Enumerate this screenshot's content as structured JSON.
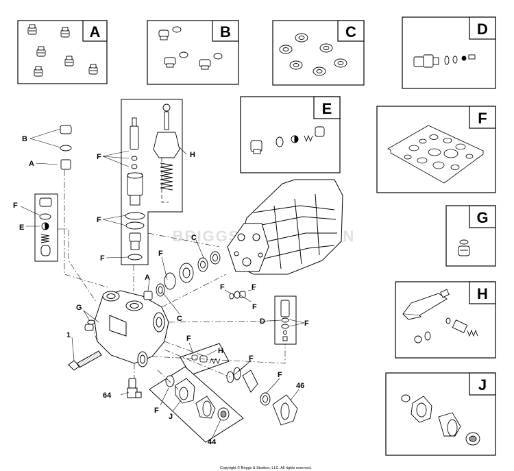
{
  "kits": [
    {
      "letter": "A"
    },
    {
      "letter": "B"
    },
    {
      "letter": "C"
    },
    {
      "letter": "D"
    },
    {
      "letter": "E"
    },
    {
      "letter": "F"
    },
    {
      "letter": "G"
    },
    {
      "letter": "H"
    },
    {
      "letter": "J"
    }
  ],
  "callouts": {
    "b": "B",
    "a": "A",
    "f": "F",
    "e": "E",
    "h": "H",
    "c": "C",
    "g": "G",
    "d": "D",
    "j": "J",
    "n1": "1",
    "n64": "64",
    "n44": "44",
    "n46": "46"
  },
  "watermark": "BRIGGS & STRATTON",
  "copyright": "Copyright © Briggs & Stratton, LLC. All rights reserved."
}
